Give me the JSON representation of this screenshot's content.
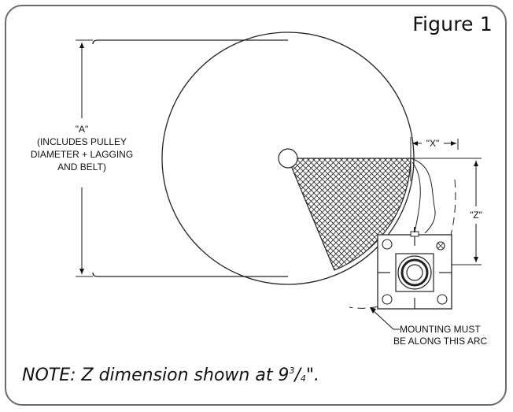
{
  "figure": {
    "title": "Figure 1",
    "labels": {
      "a_dimension": "\"A\"",
      "a_note_lines": [
        "(INCLUDES PULLEY",
        "DIAMETER + LAGGING",
        "AND BELT)"
      ],
      "x_dimension": "\"X\"",
      "z_dimension": "\"Z\"",
      "mounting_note_lines": [
        "MOUNTING MUST",
        "BE ALONG THIS ARC"
      ]
    },
    "note": {
      "prefix": "NOTE: Z dimension shown at 9",
      "fraction_numerator": "3",
      "fraction_separator": "/",
      "fraction_denominator": "4",
      "suffix": "\"."
    }
  }
}
